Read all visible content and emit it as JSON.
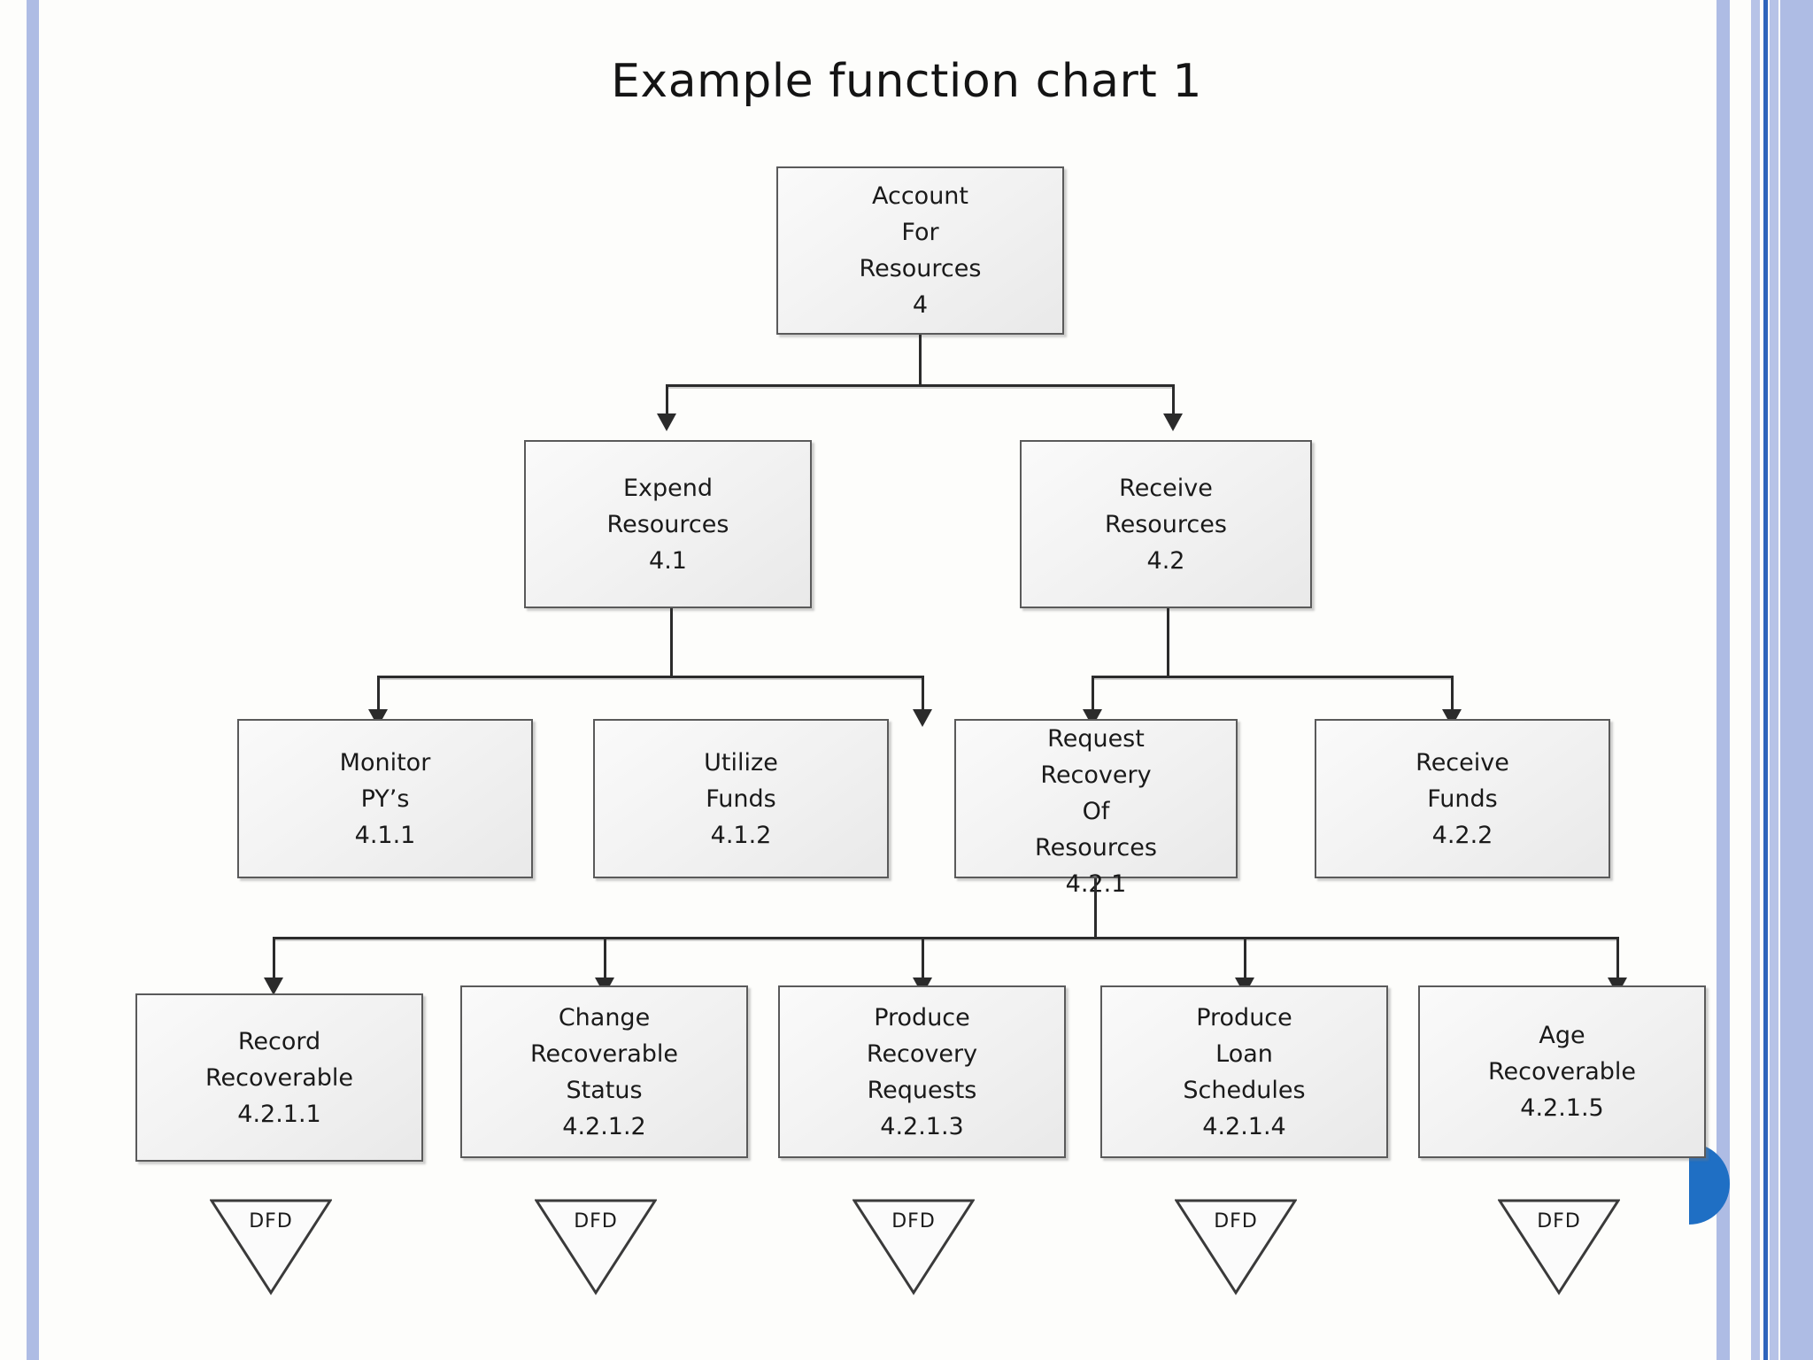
{
  "slide": {
    "title": "Example function chart 1",
    "background_color": "#fdfdfb",
    "accent_color": "#1f6fc4",
    "stripe_color": "#aebce4"
  },
  "chart_data": {
    "type": "diagram",
    "title": "Example function chart 1",
    "diagram_kind": "function-hierarchy-tree",
    "levels": 4,
    "nodes": [
      {
        "id": "4",
        "lines": [
          "Account",
          "For",
          "Resources",
          "4"
        ],
        "level": 1,
        "parent": null
      },
      {
        "id": "4.1",
        "lines": [
          "Expend",
          "Resources",
          "4.1"
        ],
        "level": 2,
        "parent": "4"
      },
      {
        "id": "4.2",
        "lines": [
          "Receive",
          "Resources",
          "4.2"
        ],
        "level": 2,
        "parent": "4"
      },
      {
        "id": "4.1.1",
        "lines": [
          "Monitor",
          "PY’s",
          "4.1.1"
        ],
        "level": 3,
        "parent": "4.1"
      },
      {
        "id": "4.1.2",
        "lines": [
          "Utilize",
          "Funds",
          "4.1.2"
        ],
        "level": 3,
        "parent": "4.1"
      },
      {
        "id": "4.2.1",
        "lines": [
          "Request",
          "Recovery",
          "Of",
          "Resources",
          "4.2.1"
        ],
        "level": 3,
        "parent": "4.2"
      },
      {
        "id": "4.2.2",
        "lines": [
          "Receive",
          "Funds",
          "4.2.2"
        ],
        "level": 3,
        "parent": "4.2"
      },
      {
        "id": "4.2.1.1",
        "lines": [
          "Record",
          "Recoverable",
          "4.2.1.1"
        ],
        "level": 4,
        "parent": "4.2.1"
      },
      {
        "id": "4.2.1.2",
        "lines": [
          "Change",
          "Recoverable",
          "Status",
          "4.2.1.2"
        ],
        "level": 4,
        "parent": "4.2.1"
      },
      {
        "id": "4.2.1.3",
        "lines": [
          "Produce",
          "Recovery",
          "Requests",
          "4.2.1.3"
        ],
        "level": 4,
        "parent": "4.2.1"
      },
      {
        "id": "4.2.1.4",
        "lines": [
          "Produce",
          "Loan",
          "Schedules",
          "4.2.1.4"
        ],
        "level": 4,
        "parent": "4.2.1"
      },
      {
        "id": "4.2.1.5",
        "lines": [
          "Age",
          "Recoverable",
          "4.2.1.5"
        ],
        "level": 4,
        "parent": "4.2.1"
      }
    ],
    "terminators": [
      {
        "label": "DFD",
        "under": "4.2.1.1"
      },
      {
        "label": "DFD",
        "under": "4.2.1.2"
      },
      {
        "label": "DFD",
        "under": "4.2.1.3"
      },
      {
        "label": "DFD",
        "under": "4.2.1.4"
      },
      {
        "label": "DFD",
        "under": "4.2.1.5"
      }
    ]
  },
  "nodes": {
    "root": {
      "l1": "Account",
      "l2": "For",
      "l3": "Resources",
      "l4": "4"
    },
    "n41": {
      "l1": "Expend",
      "l2": "Resources",
      "l3": "4.1"
    },
    "n42": {
      "l1": "Receive",
      "l2": "Resources",
      "l3": "4.2"
    },
    "n411": {
      "l1": "Monitor",
      "l2": "PY’s",
      "l3": "4.1.1"
    },
    "n412": {
      "l1": "Utilize",
      "l2": "Funds",
      "l3": "4.1.2"
    },
    "n421": {
      "l1": "Request",
      "l2": "Recovery",
      "l3": "Of",
      "l4": "Resources",
      "l5": "4.2.1"
    },
    "n422": {
      "l1": "Receive",
      "l2": "Funds",
      "l3": "4.2.2"
    },
    "n4211": {
      "l1": "Record",
      "l2": "Recoverable",
      "l3": "4.2.1.1"
    },
    "n4212": {
      "l1": "Change",
      "l2": "Recoverable",
      "l3": "Status",
      "l4": "4.2.1.2"
    },
    "n4213": {
      "l1": "Produce",
      "l2": "Recovery",
      "l3": "Requests",
      "l4": "4.2.1.3"
    },
    "n4214": {
      "l1": "Produce",
      "l2": "Loan",
      "l3": "Schedules",
      "l4": "4.2.1.4"
    },
    "n4215": {
      "l1": "Age",
      "l2": "Recoverable",
      "l3": "4.2.1.5"
    }
  },
  "dfd": {
    "d1": "DFD",
    "d2": "DFD",
    "d3": "DFD",
    "d4": "DFD",
    "d5": "DFD"
  }
}
